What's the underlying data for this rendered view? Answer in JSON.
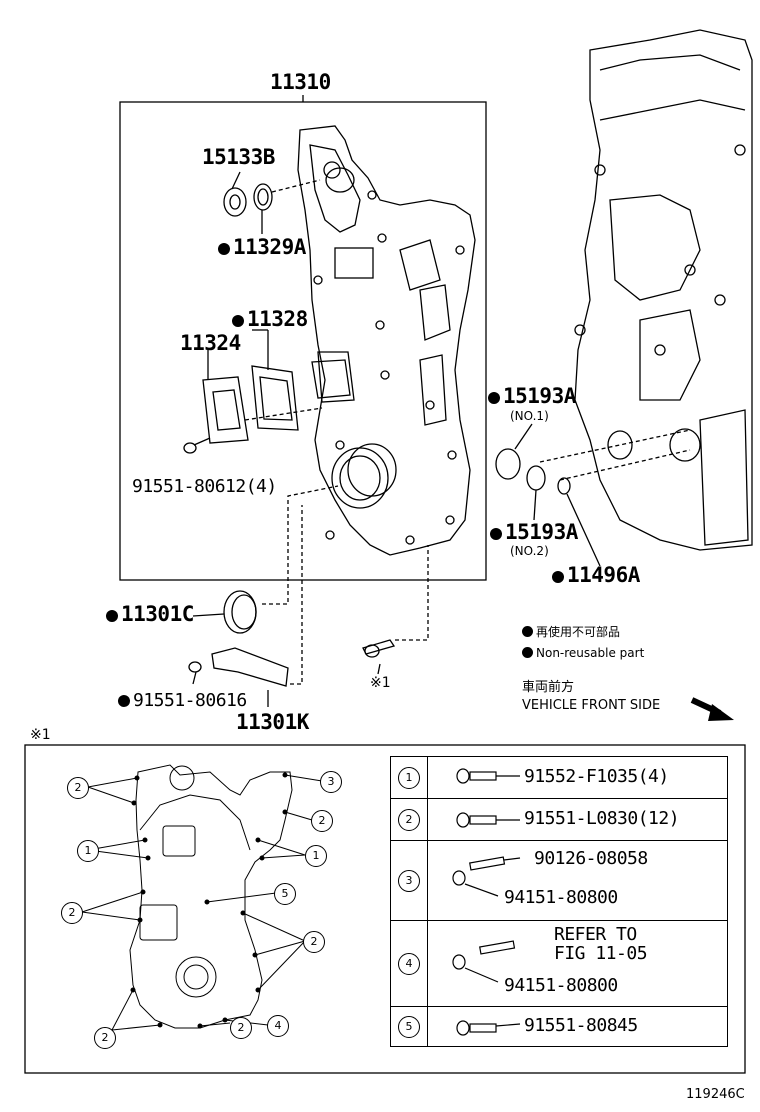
{
  "main_assembly": {
    "title": "11310",
    "parts": {
      "p15133B": "15133B",
      "p11329A": "11329A",
      "p11328": "11328",
      "p11324": "11324",
      "p91551_80612": "91551-80612(4)",
      "p15193A_1": "15193A",
      "no1": "(NO.1)",
      "p15193A_2": "15193A",
      "no2": "(NO.2)",
      "p11496A": "11496A",
      "p11301C": "11301C",
      "p91551_80616": "91551-80616",
      "p11301K": "11301K",
      "ref_mark": "※1"
    }
  },
  "notes": {
    "nonreuse_jp": "再使用不可部品",
    "nonreuse_en": "Non-reusable part",
    "front_jp": "車両前方",
    "front_en": "VEHICLE FRONT SIDE"
  },
  "detail": {
    "mark": "※1",
    "callouts": [
      "2",
      "3",
      "2",
      "1",
      "1",
      "5",
      "2",
      "2",
      "4",
      "2",
      "2"
    ],
    "legend": [
      {
        "num": "1",
        "parts": [
          "91552-F1035(4)"
        ]
      },
      {
        "num": "2",
        "parts": [
          "91551-L0830(12)"
        ]
      },
      {
        "num": "3",
        "parts": [
          "90126-08058",
          "94151-80800"
        ]
      },
      {
        "num": "4",
        "parts": [
          "REFER TO",
          "FIG 11-05",
          "94151-80800"
        ]
      },
      {
        "num": "5",
        "parts": [
          "91551-80845"
        ]
      }
    ]
  },
  "figure_id": "119246C"
}
